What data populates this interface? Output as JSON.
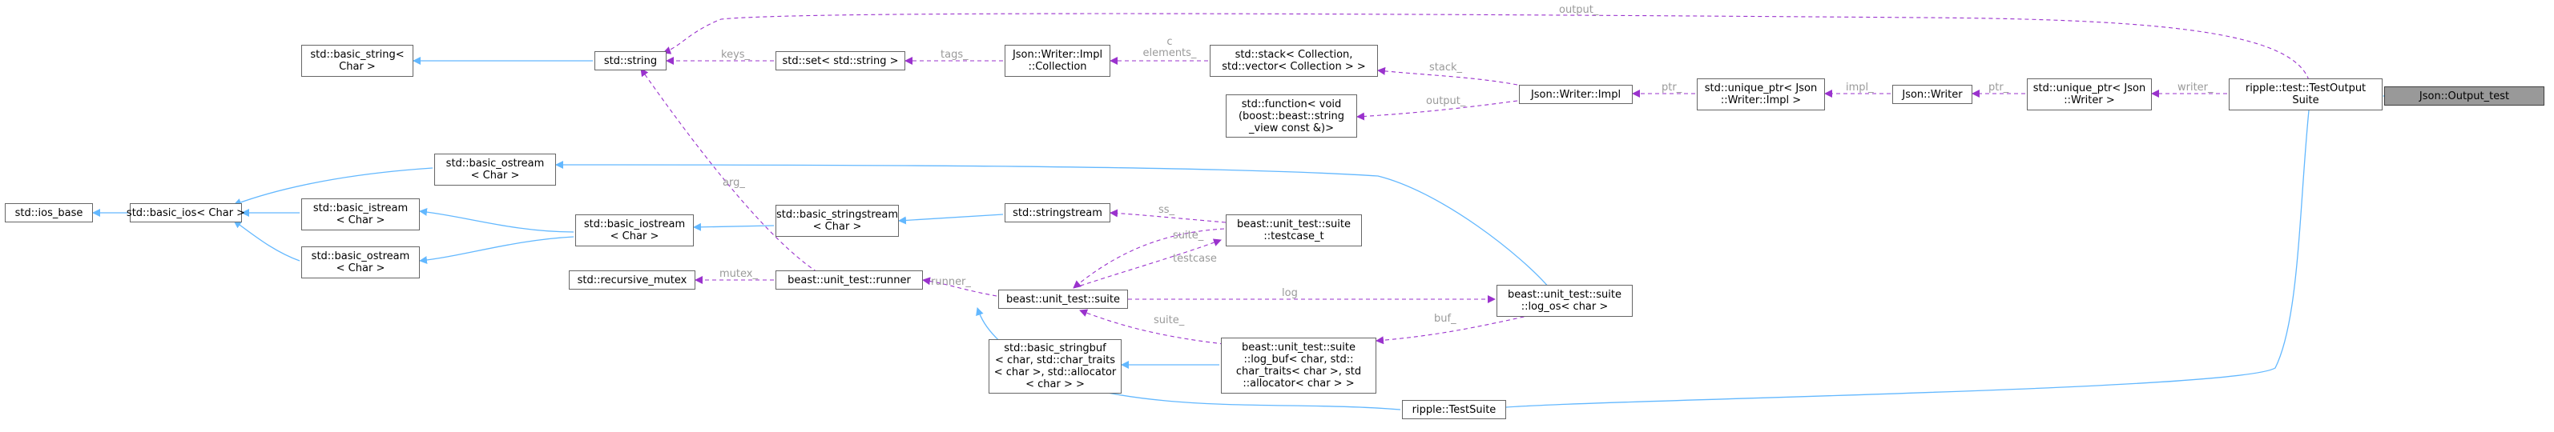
{
  "colors": {
    "inheritance": "#63b8ff",
    "usage": "#9a32cd",
    "label": "#9a9a9a",
    "border": "#666666",
    "highlight": "#999999"
  },
  "nodes": {
    "json_output_test": "Json::Output_test",
    "testoutput_suite": [
      "ripple::test::TestOutput",
      "Suite"
    ],
    "unique_ptr_writer": [
      "std::unique_ptr< Json",
      "::Writer >"
    ],
    "json_writer": "Json::Writer",
    "unique_ptr_writer_impl": [
      "std::unique_ptr< Json",
      "::Writer::Impl >"
    ],
    "writer_impl": "Json::Writer::Impl",
    "stack_collection": [
      "std::stack< Collection,",
      "std::vector< Collection > >"
    ],
    "std_function": [
      "std::function< void",
      "(boost::beast::string",
      "_view const &)>"
    ],
    "writer_impl_collection": [
      "Json::Writer::Impl",
      "::Collection"
    ],
    "set_string": "std::set< std::string >",
    "std_string": "std::string",
    "basic_string": [
      "std::basic_string<",
      "Char >"
    ],
    "basic_ostream_top": [
      "std::basic_ostream",
      "< Char >"
    ],
    "ios_base": "std::ios_base",
    "basic_ios": "std::basic_ios< Char >",
    "basic_istream": [
      "std::basic_istream",
      "< Char >"
    ],
    "basic_ostream_bottom": [
      "std::basic_ostream",
      "< Char >"
    ],
    "basic_iostream": [
      "std::basic_iostream",
      "< Char >"
    ],
    "basic_stringstream": [
      "std::basic_stringstream",
      "< Char >"
    ],
    "stringstream": "std::stringstream",
    "testcase_t": [
      "beast::unit_test::suite",
      "::testcase_t"
    ],
    "recursive_mutex": "std::recursive_mutex",
    "runner": "beast::unit_test::runner",
    "suite": "beast::unit_test::suite",
    "log_os": [
      "beast::unit_test::suite",
      "::log_os< char >"
    ],
    "basic_stringbuf": [
      "std::basic_stringbuf",
      "< char, std::char_traits",
      "< char >, std::allocator",
      "< char > >"
    ],
    "log_buf": [
      "beast::unit_test::suite",
      "::log_buf< char, std::",
      "char_traits< char >, std",
      "::allocator< char > >"
    ],
    "testsuite": "ripple::TestSuite"
  },
  "edge_labels": {
    "output_top": "output_",
    "keys": "keys_",
    "tags": "tags_",
    "elements": [
      "c",
      "elements_"
    ],
    "stack": "stack_",
    "output_fn": "output_",
    "ptr_impl": "ptr_",
    "impl": "impl_",
    "ptr_writer": "ptr_",
    "writer": "writer_",
    "arg": "arg_",
    "ss": "ss_",
    "suite_tc": "suite_",
    "testcase": "testcase",
    "mutex": "mutex_",
    "runner": "runner_",
    "log": "log",
    "buf": "buf_",
    "suite_lb": "suite_"
  }
}
